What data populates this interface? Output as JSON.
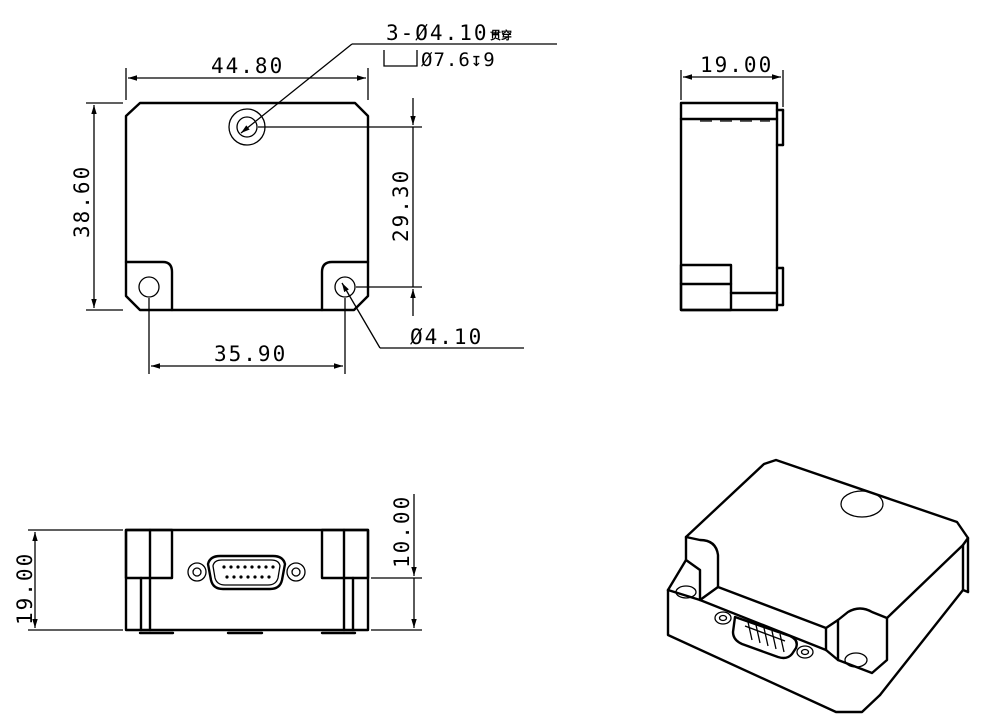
{
  "dimensions": {
    "width_top": "44.80",
    "height_left": "38.60",
    "hole_spacing_vertical": "29.30",
    "hole_spacing_horizontal": "35.90",
    "side_width": "19.00",
    "front_height": "19.00",
    "connector_height": "10.00"
  },
  "callouts": {
    "through_holes": "3-Ø4.10",
    "through_note": "贯穿",
    "counterbore": "Ø7.6↧9",
    "bottom_hole": "Ø4.10"
  }
}
